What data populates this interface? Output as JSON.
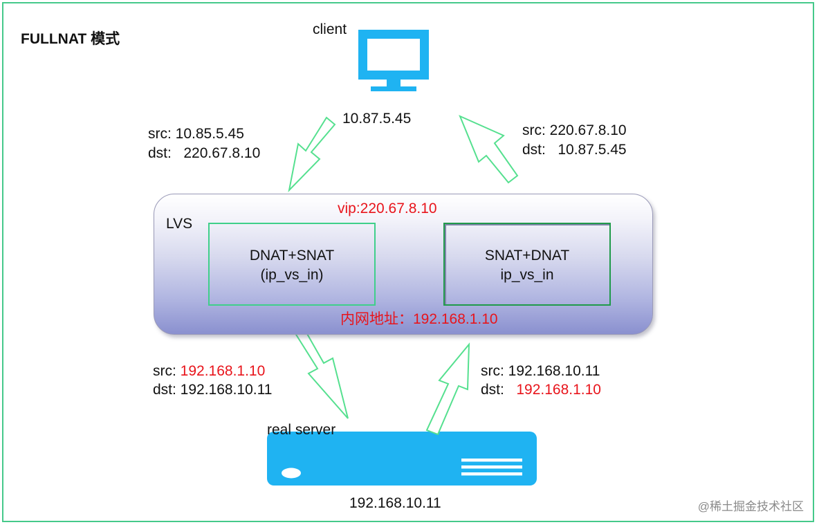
{
  "title": "FULLNAT 模式",
  "client": {
    "label": "client",
    "ip": "10.87.5.45"
  },
  "flow_client_to_lvs": {
    "src": "src: 10.85.5.45",
    "dst": "dst:   220.67.8.10"
  },
  "flow_lvs_to_client": {
    "src": "src: 220.67.8.10",
    "dst": "dst:   10.87.5.45"
  },
  "lvs": {
    "label": "LVS",
    "vip": "vip:220.67.8.10",
    "inner_addr": "内网地址：192.168.1.10",
    "left_box": {
      "line1": "DNAT+SNAT",
      "line2": "(ip_vs_in)"
    },
    "right_box": {
      "line1": "SNAT+DNAT",
      "line2": "ip_vs_in"
    }
  },
  "flow_lvs_to_server": {
    "src_label": "src: ",
    "src_value": "192.168.1.10",
    "dst": "dst: 192.168.10.11"
  },
  "flow_server_to_lvs": {
    "src": "src: 192.168.10.11",
    "dst_label": "dst:   ",
    "dst_value": "192.168.1.10"
  },
  "real_server": {
    "label": "real server",
    "ip": "192.168.10.11"
  },
  "watermark": "@稀土掘金技术社区",
  "colors": {
    "frame": "#45c98a",
    "arrow": "#55e08f",
    "red_text": "#e8141b",
    "device_blue": "#1fb3f2"
  }
}
